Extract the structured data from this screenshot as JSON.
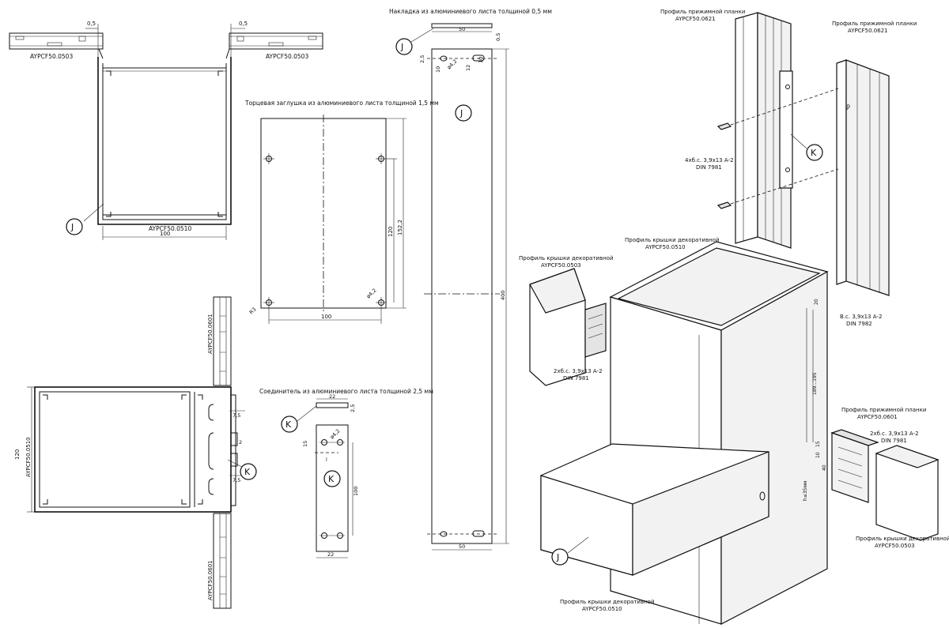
{
  "labels": {
    "cap_plate_title": "Торцевая заглушка из алюминиевого листа толщиной 1,5 мм",
    "overlay_title": "Накладка из алюминиевого листа толщиной 0,5 мм",
    "connector_title": "Соединитель из алюминиевого листа толщиной 2,5 мм",
    "profile_clamp_0621_a": "Профиль прижимной планки",
    "profile_clamp_0621_a_code": "AYPCF50.0621",
    "profile_clamp_0621_b": "Профиль прижимной планки",
    "profile_clamp_0621_b_code": "AYPCF50.0621",
    "screws_4x": "4xб.с. 3,9x13 А-2",
    "screws_4x_din": "DIN 7981",
    "deco_cap_0510_top": "Профиль крышки декоративной",
    "deco_cap_0510_top_code": "AYPCF50.0510",
    "deco_cap_0503_left": "Профиль крышки декоративной",
    "deco_cap_0503_left_code": "AYPCF50.0503",
    "screw_bc": "В.с. 3,9x13 А-2",
    "screw_bc_din": "DIN 7982",
    "screws_2x_left": "2xб.с. 3,9x13 А-2",
    "screws_2x_left_din": "DIN 7981",
    "profile_clamp_0601": "Профиль прижимной планки",
    "profile_clamp_0601_code": "AYPCF50.0601",
    "screws_2x_right": "2xб.с. 3,9x13 А-2",
    "screws_2x_right_din": "DIN 7981",
    "deco_cap_0503_right": "Профиль крышки декоративной",
    "deco_cap_0503_right_code": "AYPCF50.0503",
    "deco_cap_0510_bottom": "Профиль крышки декоративной",
    "deco_cap_0510_bottom_code": "AYPCF50.0510",
    "code_0503_left": "AYPCF50.0503",
    "code_0503_right": "AYPCF50.0503",
    "code_0510_section": "AYPCF50.0510",
    "code_0601_top": "AYPCF50.0601",
    "code_0601_bottom": "AYPCF50.0601",
    "code_0510_vertical": "AYPCF50.0510"
  },
  "markers": {
    "j1": "J",
    "j2": "J",
    "j3": "J",
    "j4": "J",
    "k1": "K",
    "k2": "K",
    "k3": "K",
    "k4": "K"
  },
  "dims": {
    "top_05_left": "0,5",
    "top_05_right": "0,5",
    "section_100": "100",
    "cap_100": "100",
    "cap_120": "120",
    "cap_1522": "152,2",
    "cap_hole": "ø4,2",
    "cap_r": "R3",
    "overlay_50_top": "50",
    "overlay_50_bottom": "50",
    "overlay_05": "0,5",
    "overlay_400": "400",
    "overlay_25": "2,5",
    "overlay_10a": "10",
    "overlay_10b": "10",
    "overlay_hole": "ø4,2",
    "overlay_12": "12",
    "conn_22_top": "22",
    "conn_22_bottom": "22",
    "conn_25": "2,5",
    "conn_15": "15",
    "conn_hole": "ø4,2",
    "conn_100": "100",
    "conn_l": "l",
    "sect_120": "120",
    "sect_75a": "7,5",
    "sect_75b": "7,5",
    "sect_2": "2",
    "iso_20": "20",
    "iso_range": "189...195",
    "iso_h": "h≤35мм",
    "iso_15": "15",
    "iso_10": "10",
    "iso_40a": "40",
    "iso_40b": "40"
  }
}
